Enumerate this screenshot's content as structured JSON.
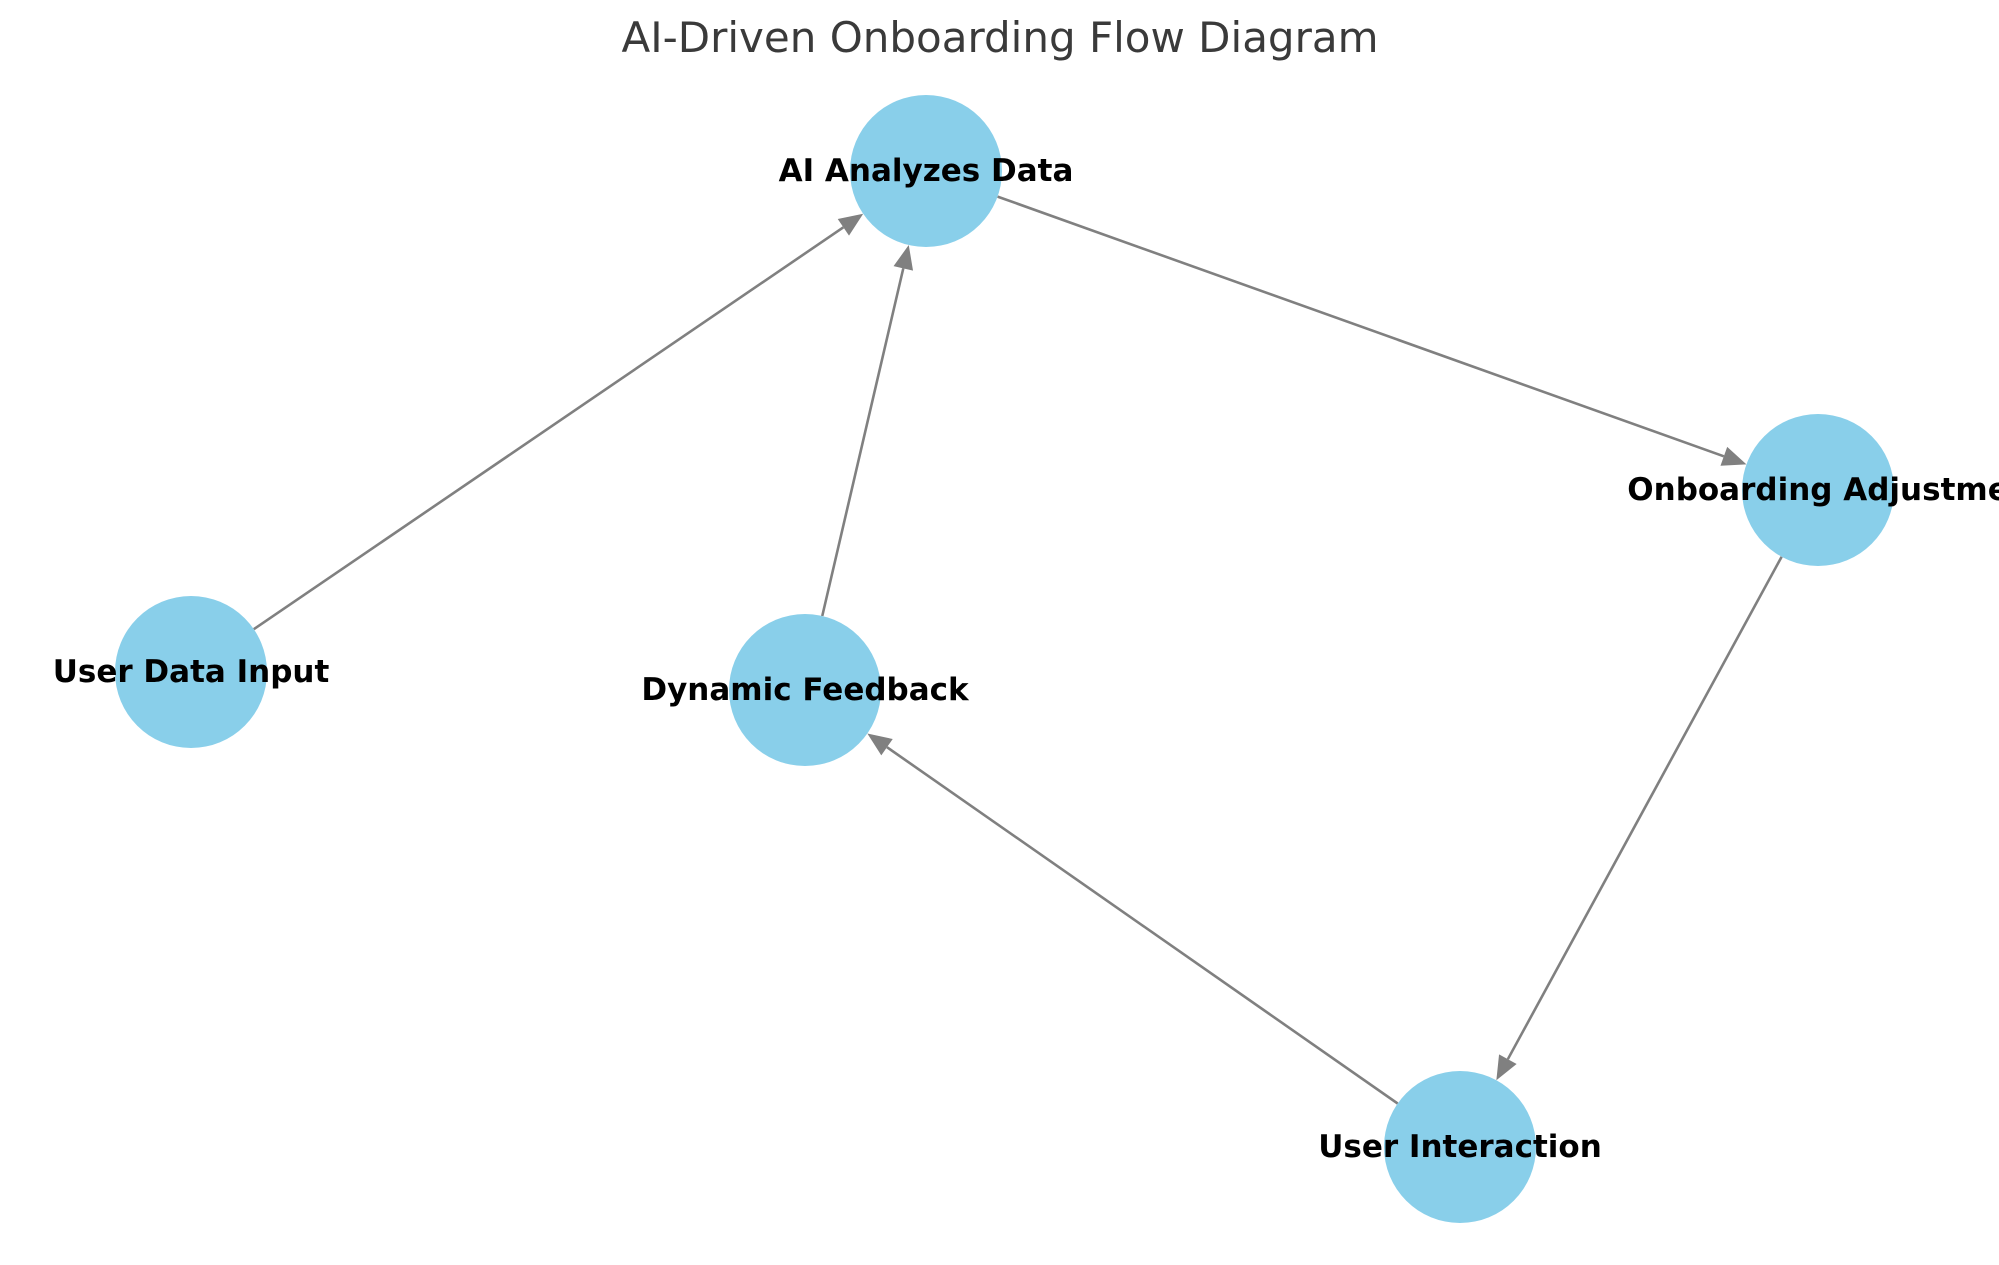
{
  "diagram": {
    "title": "AI-Driven Onboarding Flow Diagram",
    "colors": {
      "node_fill": "#89CFEA",
      "edge": "#808080",
      "label": "#000000",
      "title": "#3a3a3a"
    },
    "nodes": [
      {
        "id": "user-data-input",
        "label": "User Data Input"
      },
      {
        "id": "ai-analyzes-data",
        "label": "AI Analyzes Data"
      },
      {
        "id": "dynamic-feedback",
        "label": "Dynamic Feedback"
      },
      {
        "id": "onboarding-adjustments",
        "label": "Onboarding Adjustme"
      },
      {
        "id": "user-interaction",
        "label": "User Interaction"
      }
    ],
    "edges": [
      {
        "from": "user-data-input",
        "to": "ai-analyzes-data"
      },
      {
        "from": "dynamic-feedback",
        "to": "ai-analyzes-data"
      },
      {
        "from": "ai-analyzes-data",
        "to": "onboarding-adjustments"
      },
      {
        "from": "onboarding-adjustments",
        "to": "user-interaction"
      },
      {
        "from": "user-interaction",
        "to": "dynamic-feedback"
      }
    ]
  }
}
